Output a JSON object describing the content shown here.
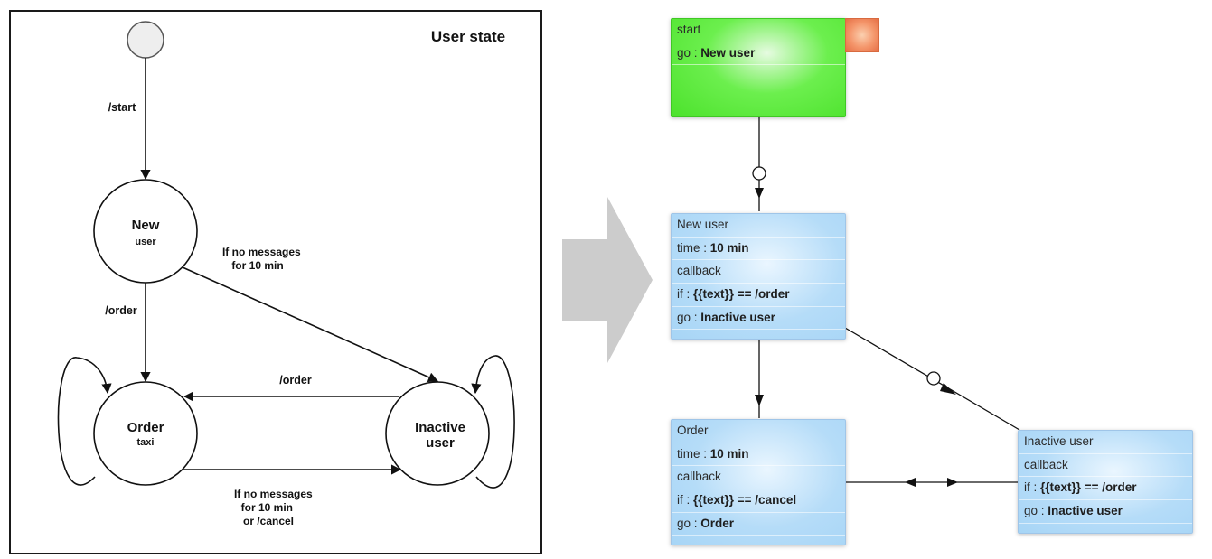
{
  "state_machine": {
    "title": "User state",
    "states": [
      {
        "id": "new",
        "name": "New",
        "sub": "user"
      },
      {
        "id": "order",
        "name": "Order",
        "sub": "taxi"
      },
      {
        "id": "inactive",
        "name": "Inactive",
        "sub": "user"
      }
    ],
    "transitions": {
      "start": "/start",
      "new_to_order": "/order",
      "new_to_inactive": [
        "If no messages",
        "for 10 min"
      ],
      "inactive_to_order": "/order",
      "order_to_inactive": [
        "If no messages",
        "for 10 min",
        "or /cancel"
      ]
    }
  },
  "flow": {
    "start_node": {
      "title": "start",
      "rows": [
        {
          "key": "go",
          "value": "New user"
        }
      ]
    },
    "new_user_node": {
      "title": "New user",
      "rows": [
        {
          "key": "time",
          "value": "10 min"
        },
        {
          "key": "",
          "value": "callback"
        },
        {
          "key": "if",
          "value": "{{text}} == /order"
        },
        {
          "key": "go",
          "value": "Inactive user"
        }
      ]
    },
    "order_node": {
      "title": "Order",
      "rows": [
        {
          "key": "time",
          "value": "10 min"
        },
        {
          "key": "",
          "value": "callback"
        },
        {
          "key": "if",
          "value": "{{text}} == /cancel"
        },
        {
          "key": "go",
          "value": "Order"
        }
      ]
    },
    "inactive_node": {
      "title": "Inactive user",
      "rows": [
        {
          "key": "",
          "value": "callback"
        },
        {
          "key": "if",
          "value": "{{text}} == /order"
        },
        {
          "key": "go",
          "value": "Inactive user"
        }
      ]
    }
  },
  "colors": {
    "node_blue": "#b5dcf8",
    "node_green": "#4ce22c",
    "handle_orange": "#f4956a",
    "arrow_gray": "#cccccc"
  }
}
